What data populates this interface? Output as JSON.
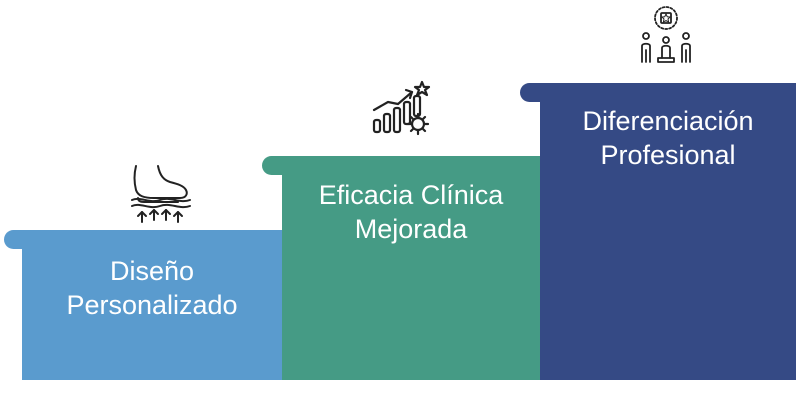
{
  "steps": [
    {
      "line1": "Diseño",
      "line2": "Personalizado",
      "color": "#5a9bce",
      "icon": "foot-pressure-icon"
    },
    {
      "line1": "Eficacia Clínica",
      "line2": "Mejorada",
      "color": "#459b85",
      "icon": "growth-chart-gear-icon"
    },
    {
      "line1": "Diferenciación",
      "line2": "Profesional",
      "color": "#354a85",
      "icon": "award-people-icon"
    }
  ]
}
